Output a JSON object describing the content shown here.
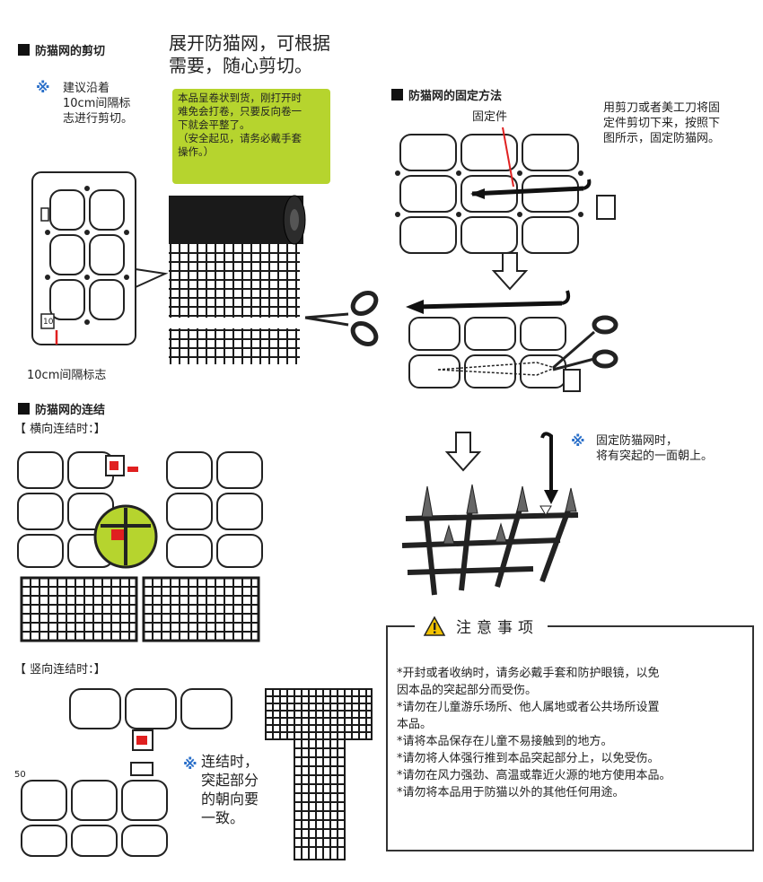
{
  "cutting": {
    "header": "防猫网的剪切",
    "tip_mark": "※",
    "tip_lines": [
      "建议沿着",
      "10cm间隔标",
      "志进行剪切。"
    ],
    "big_lines": [
      "展开防猫网，可根据",
      "需要，随心剪切。"
    ],
    "note_lines": [
      "本品呈卷状到货，刚打开时",
      "难免会打卷，只要反向卷一",
      "下就会平整了。",
      "（安全起见，请务必戴手套",
      "操作。）"
    ],
    "interval_label": "10cm间隔标志",
    "interval_marker": "10"
  },
  "fixing": {
    "header": "防猫网的固定方法",
    "fastener_label": "固定件",
    "desc_lines": [
      "用剪刀或者美工刀将固",
      "定件剪切下来，按照下",
      "图所示，固定防猫网。"
    ],
    "tip_mark": "※",
    "tip_lines": [
      "固定防猫网时，",
      "将有突起的一面朝上。"
    ]
  },
  "joining": {
    "header": "防猫网的连结",
    "horizontal_label": "【 横向连结时：】",
    "vertical_label": "【 竖向连结时：】",
    "tip_mark": "※",
    "tip_lines": [
      "连结时，",
      "突起部分",
      "的朝向要",
      "一致。"
    ],
    "cut_marker": "50"
  },
  "caution": {
    "icon": "warning-icon",
    "title": "注意事项",
    "items": [
      "*开封或者收纳时，请务必戴手套和防护眼镜，以免",
      "  因本品的突起部分而受伤。",
      "*请勿在儿童游乐场所、他人属地或者公共场所设置",
      "  本品。",
      "*请将本品保存在儿童不易接触到的地方。",
      "*请勿将人体强行推到本品突起部分上，以免受伤。",
      "*请勿在风力强劲、高温或靠近火源的地方使用本品。",
      "*请勿将本品用于防猫以外的其他任何用途。"
    ]
  },
  "colors": {
    "note_bg": "#b6d42e",
    "mark": "#2a6fc9",
    "accent_red": "#e02020"
  }
}
